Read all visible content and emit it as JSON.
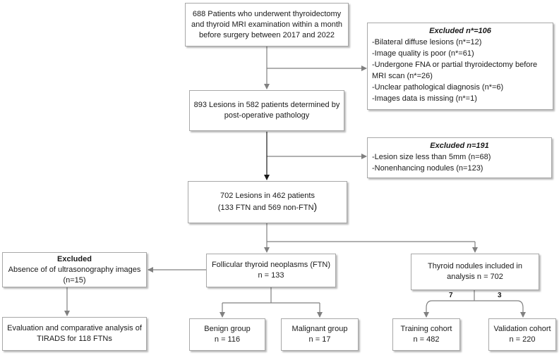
{
  "colors": {
    "box_border": "#a8a8a8",
    "connector": "#808080",
    "connector_dark": "#1a1a1a",
    "text": "#1a1a1a"
  },
  "box1": {
    "lines": [
      "688 Patients who underwent thyroidectomy",
      "and thyroid MRI examination within a month",
      "before surgery between 2017 and 2022"
    ]
  },
  "excluded1": {
    "title": "Excluded n*=106",
    "items": [
      "-Bilateral diffuse lesions (n*=12)",
      "-Image quality is poor (n*=61)",
      "-Undergone FNA or partial thyroidectomy before",
      "MRI scan  (n*=26)",
      "-Unclear pathological diagnosis (n*=6)",
      "-Images data is missing (n*=1)"
    ]
  },
  "box2": {
    "lines": [
      "893 Lesions in 582 patients determined by",
      "post-operative pathology"
    ]
  },
  "excluded2": {
    "title": "Excluded n=191",
    "items": [
      "-Lesion size less than 5mm (n=68)",
      "-Nonenhancing nodules (n=123)"
    ]
  },
  "box3": {
    "line1": "702 Lesions in 462 patients",
    "line2_main": "(133 FTN and 569 non-FTN",
    "line2_paren": ")"
  },
  "excluded3": {
    "title": "Excluded",
    "lines": [
      "Absence of of ultrasonography images",
      "(n=15)"
    ]
  },
  "ftn_box": {
    "lines": [
      "Follicular thyroid neoplasms (FTN)",
      "n = 133"
    ]
  },
  "analysis_box": {
    "lines": [
      "Thyroid nodules included in",
      "analysis  n = 702"
    ]
  },
  "tirads_box": {
    "lines": [
      "Evaluation and comparative analysis of",
      "TIRADS for 118 FTNs"
    ]
  },
  "benign_box": {
    "lines": [
      "Benign group",
      "n = 116"
    ]
  },
  "malignant_box": {
    "lines": [
      "Malignant group",
      "n = 17"
    ]
  },
  "training_box": {
    "lines": [
      "Training cohort",
      "n = 482"
    ]
  },
  "validation_box": {
    "lines": [
      "Validation cohort",
      "n = 220"
    ]
  },
  "split_ratio": {
    "training": "7",
    "validation": "3"
  }
}
